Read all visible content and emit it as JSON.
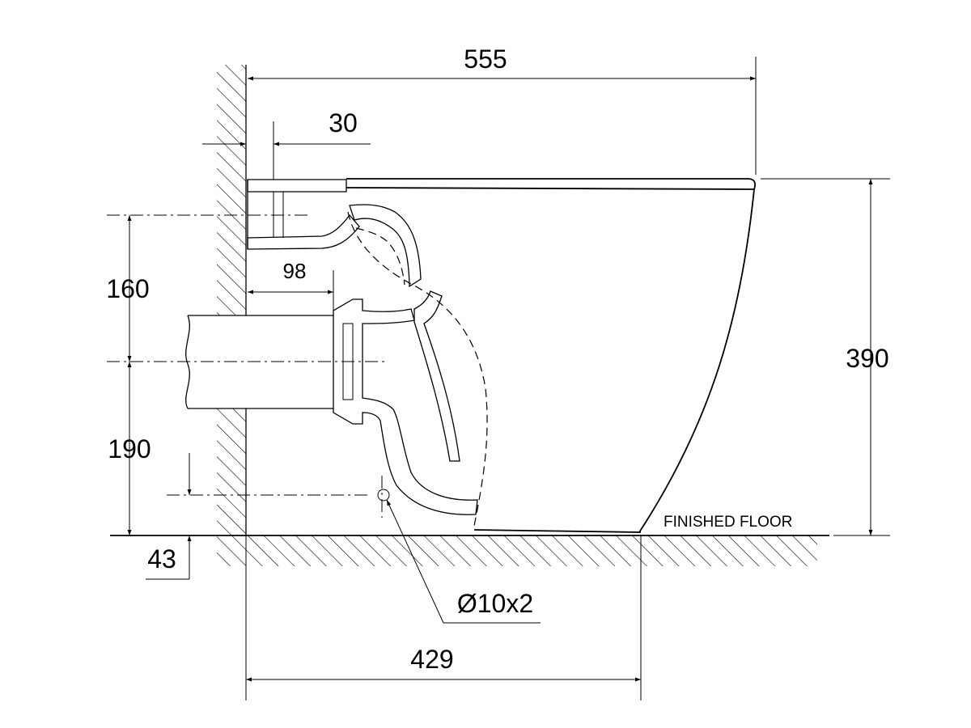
{
  "dimensions": {
    "overall_depth": "555",
    "wall_gap": "30",
    "inlet_height_offset": "160",
    "outlet_projection": "98",
    "overall_height": "390",
    "outlet_height": "190",
    "fixing_height": "43",
    "fixing_hole": "Ø10x2",
    "fixing_distance": "429"
  },
  "labels": {
    "floor": "FINISHED FLOOR"
  }
}
